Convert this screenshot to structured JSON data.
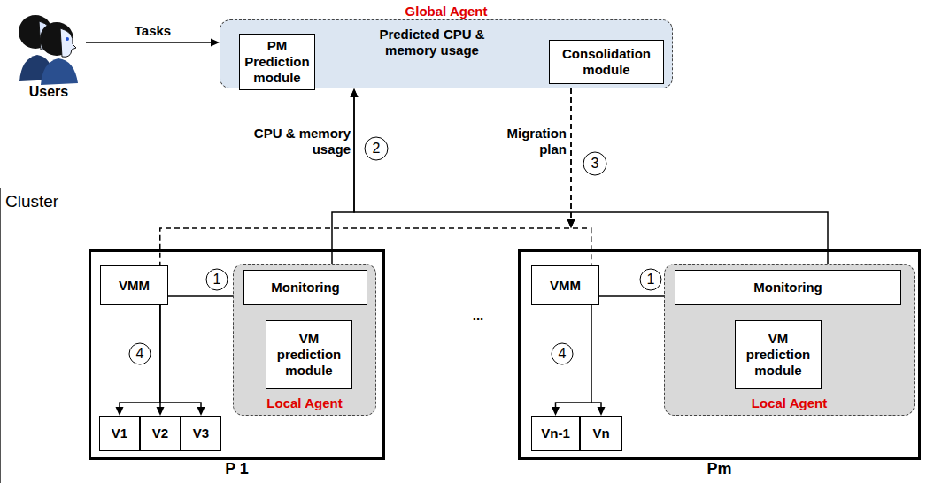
{
  "diagram": {
    "nodes": [
      {
        "text": [
          "Users"
        ]
      },
      {
        "text": [
          "Global Agent"
        ]
      },
      {
        "text": [
          "PM Prediction module"
        ],
        "in": 1
      },
      {
        "text": [
          "Consolidation module"
        ],
        "in": 1
      },
      {
        "text": [
          "Cluster"
        ]
      },
      {
        "text": [
          "P 1"
        ],
        "in": 4
      },
      {
        "text": [
          "VMM"
        ],
        "in": 5
      },
      {
        "text": [
          "Local Agent"
        ],
        "in": 5
      },
      {
        "text": [
          "Monitoring"
        ],
        "in": 7
      },
      {
        "text": [
          "VM prediction module"
        ],
        "in": 7
      },
      {
        "text": [
          "V1"
        ],
        "in": 5
      },
      {
        "text": [
          "V2"
        ],
        "in": 5
      },
      {
        "text": [
          "V3"
        ],
        "in": 5
      },
      {
        "text": [
          "Pm"
        ],
        "in": 4
      },
      {
        "text": [
          "VMM"
        ],
        "in": 13
      },
      {
        "text": [
          "Local Agent"
        ],
        "in": 13
      },
      {
        "text": [
          "Monitoring"
        ],
        "in": 15
      },
      {
        "text": [
          "VM prediction module"
        ],
        "in": 15
      },
      {
        "text": [
          "Vn-1"
        ],
        "in": 13
      },
      {
        "text": [
          "Vn"
        ],
        "in": 13
      }
    ],
    "edges": [
      {
        "from": 0,
        "to": 1,
        "label": "Tasks",
        "arrow": "to"
      },
      {
        "from": 2,
        "to": 3,
        "label": "Predicted CPU & memory usage",
        "arrow": "to"
      },
      {
        "from": 6,
        "to": 8,
        "arrow": "to"
      },
      {
        "from": 9,
        "to": 8,
        "arrow": "to"
      },
      {
        "from": 14,
        "to": 16,
        "arrow": "to"
      },
      {
        "from": 17,
        "to": 16,
        "arrow": "to"
      },
      {
        "from": 8,
        "to": 1,
        "arrow": "to"
      },
      {
        "from": 16,
        "to": 1,
        "arrow": "to"
      },
      {
        "from": 1,
        "to": 6,
        "arrow": "to"
      },
      {
        "from": 1,
        "to": 14,
        "arrow": "to"
      },
      {
        "from": 6,
        "to": 10,
        "arrow": "to"
      },
      {
        "from": 6,
        "to": 11,
        "arrow": "to"
      },
      {
        "from": 6,
        "to": 12,
        "arrow": "to"
      },
      {
        "from": 14,
        "to": 18,
        "arrow": "to"
      },
      {
        "from": 14,
        "to": 19,
        "arrow": "to"
      }
    ],
    "labels": [
      "CPU & memory usage",
      "2",
      "Migration plan",
      "3",
      "1",
      "4",
      "...",
      "1",
      "4"
    ]
  }
}
